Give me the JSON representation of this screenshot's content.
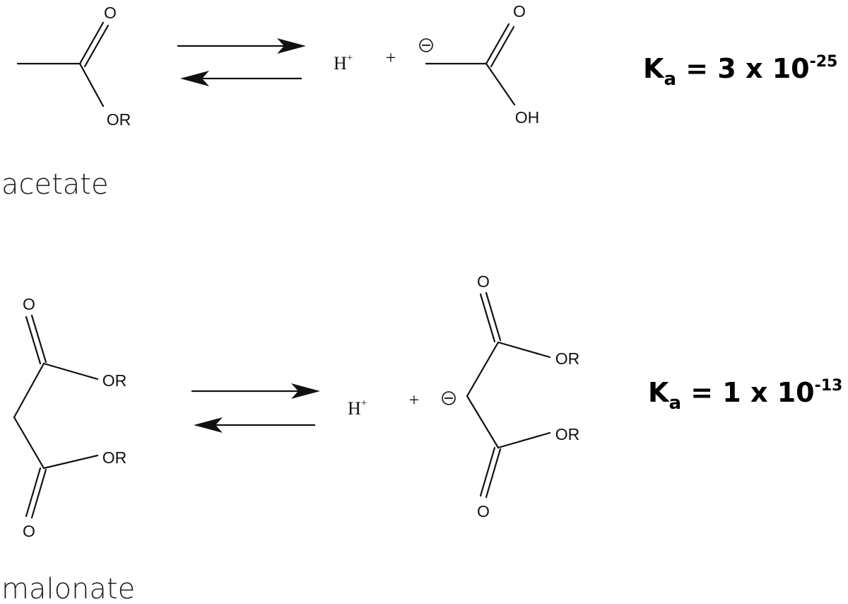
{
  "reactions": [
    {
      "name": "acetate",
      "reactant_labels": {
        "carbonyl_o": "O",
        "ester": "OR"
      },
      "product": {
        "proton": "H",
        "proton_charge": "+",
        "plus": "+",
        "charge_symbol": "minus-circle",
        "carbonyl_o": "O",
        "hydroxyl": "OH"
      },
      "ka": {
        "prefix": "K",
        "sub": "a",
        "value": " = 3 x 10",
        "exponent": "-25"
      }
    },
    {
      "name": "malonate",
      "reactant_labels": {
        "top_o": "O",
        "top_or": "OR",
        "bottom_or": "OR",
        "bottom_o": "O"
      },
      "product": {
        "proton": "H",
        "proton_charge": "+",
        "plus": "+",
        "charge_symbol": "minus-circle",
        "top_o": "O",
        "top_or": "OR",
        "bottom_or": "OR",
        "bottom_o": "O"
      },
      "ka": {
        "prefix": "K",
        "sub": "a",
        "value": " = 1 x 10",
        "exponent": "-13"
      }
    }
  ]
}
